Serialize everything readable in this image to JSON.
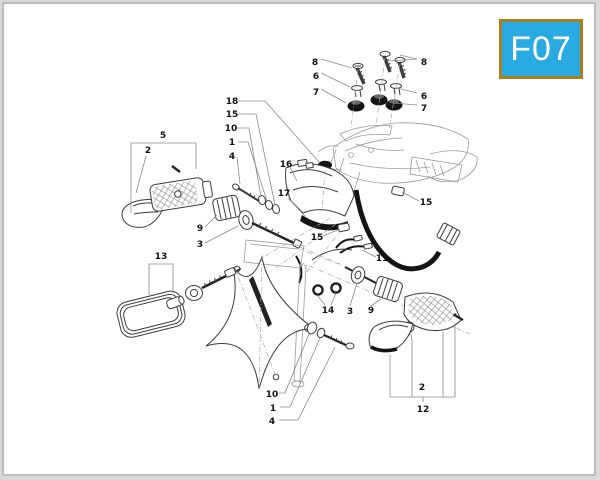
{
  "badge": {
    "code": "F07",
    "bg_color": "#29abe2",
    "border_color": "#aa7f1e",
    "text_color": "#ffffff"
  },
  "diagram": {
    "type": "exploded-parts-diagram",
    "callouts": [
      {
        "label": "8"
      },
      {
        "label": "6"
      },
      {
        "label": "7"
      },
      {
        "label": "8"
      },
      {
        "label": "6"
      },
      {
        "label": "7"
      },
      {
        "label": "18"
      },
      {
        "label": "15"
      },
      {
        "label": "10"
      },
      {
        "label": "1"
      },
      {
        "label": "4"
      },
      {
        "label": "5"
      },
      {
        "label": "2"
      },
      {
        "label": "16"
      },
      {
        "label": "17"
      },
      {
        "label": "9"
      },
      {
        "label": "3"
      },
      {
        "label": "13"
      },
      {
        "label": "15"
      },
      {
        "label": "15"
      },
      {
        "label": "11"
      },
      {
        "label": "14"
      },
      {
        "label": "3"
      },
      {
        "label": "9"
      },
      {
        "label": "2"
      },
      {
        "label": "12"
      },
      {
        "label": "10"
      },
      {
        "label": "1"
      },
      {
        "label": "4"
      }
    ]
  }
}
